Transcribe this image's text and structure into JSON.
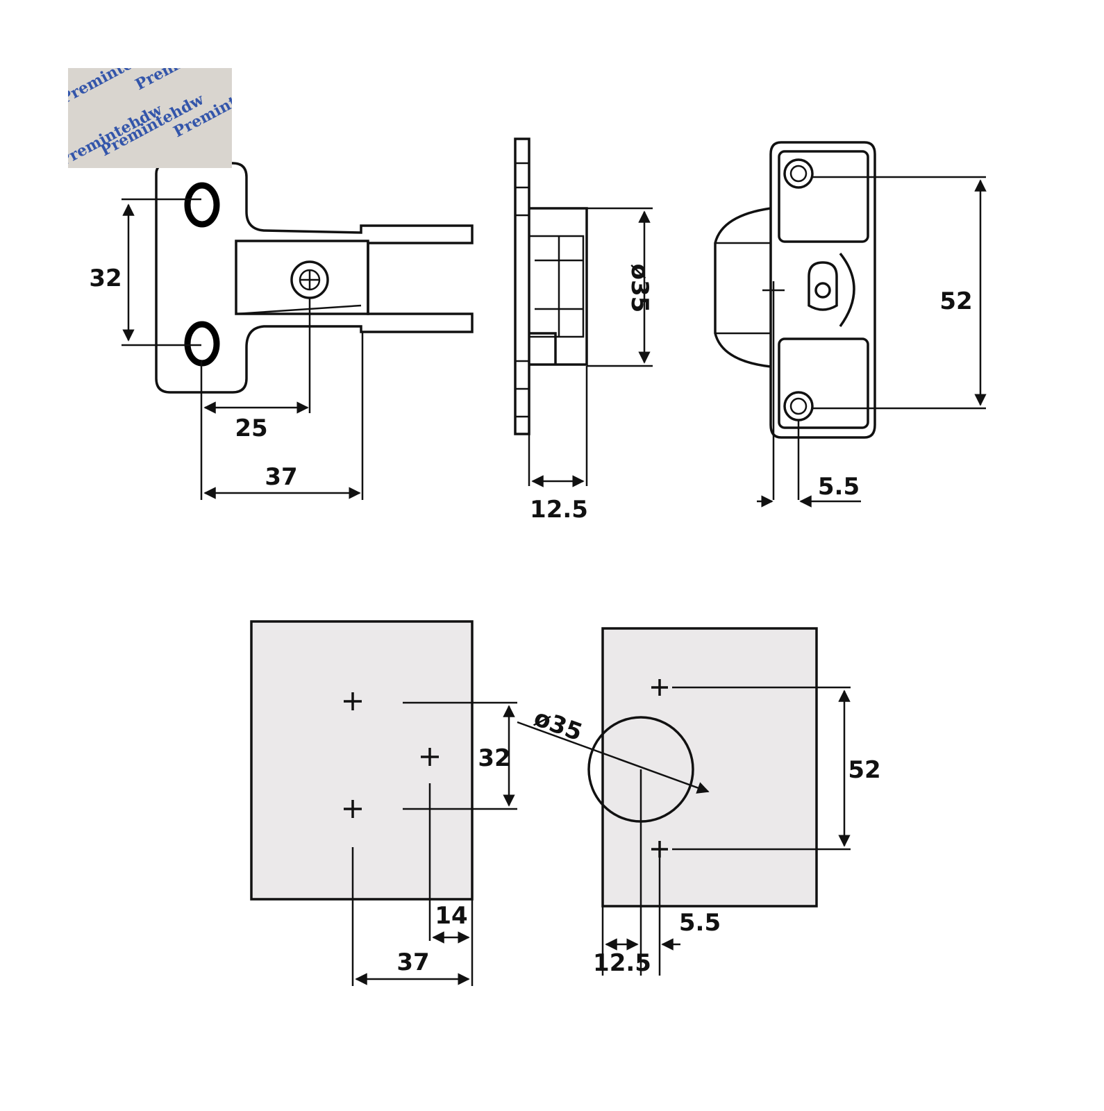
{
  "watermark": {
    "text": "Premintehdw",
    "color": "#3355aa",
    "background": "#d9d5cf"
  },
  "colors": {
    "line": "#111111",
    "panel_fill": "#ebe9ea",
    "background": "#ffffff"
  },
  "hinge_top_view": {
    "dim_hole_spacing": "32",
    "dim_screw_offset": "25",
    "dim_arm_length": "37"
  },
  "hinge_side_view": {
    "dim_cup_diameter": "ø35",
    "dim_cup_depth": "12.5"
  },
  "hinge_front_view": {
    "dim_hole_spacing": "52",
    "dim_offset": "5.5"
  },
  "side_panel_layout": {
    "dim_hole_spacing": "32",
    "dim_offset": "14",
    "dim_distance": "37"
  },
  "door_panel_layout": {
    "dim_cup_diameter": "ø35",
    "dim_hole_spacing": "52",
    "dim_edge_distance": "12.5",
    "dim_offset": "5.5"
  }
}
